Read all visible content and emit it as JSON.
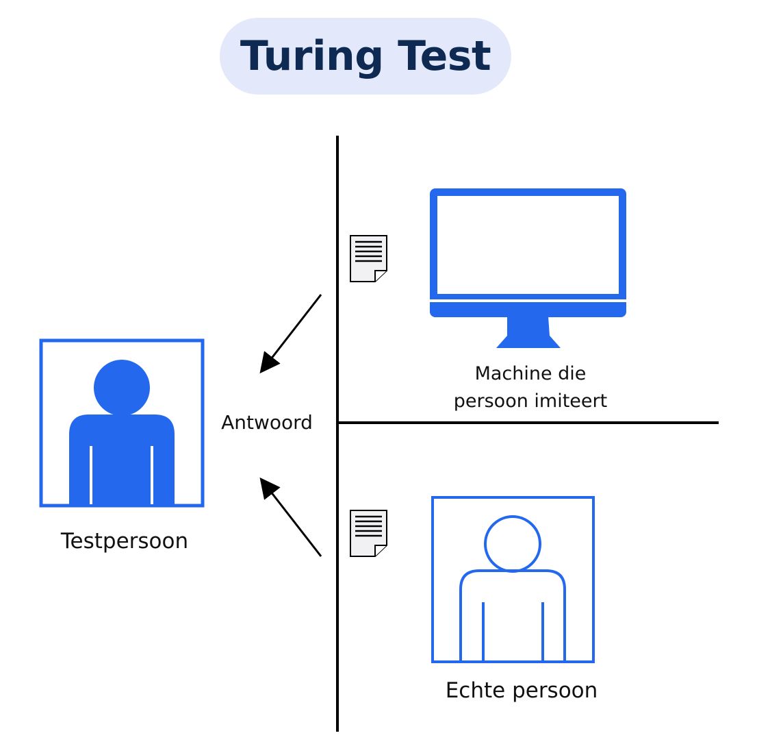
{
  "title": "Turing Test",
  "labels": {
    "tester": "Testpersoon",
    "answer": "Antwoord",
    "machine_line1": "Machine die",
    "machine_line2": "persoon imiteert",
    "human": "Echte persoon"
  },
  "colors": {
    "accent_blue": "#2468ee",
    "title_text": "#0e2a52",
    "title_background": "#e3e8fb",
    "lines": "#000000"
  },
  "icons": {
    "tester": "person-filled-icon",
    "machine": "computer-monitor-icon",
    "human": "person-outline-icon",
    "documents": "document-icon"
  }
}
